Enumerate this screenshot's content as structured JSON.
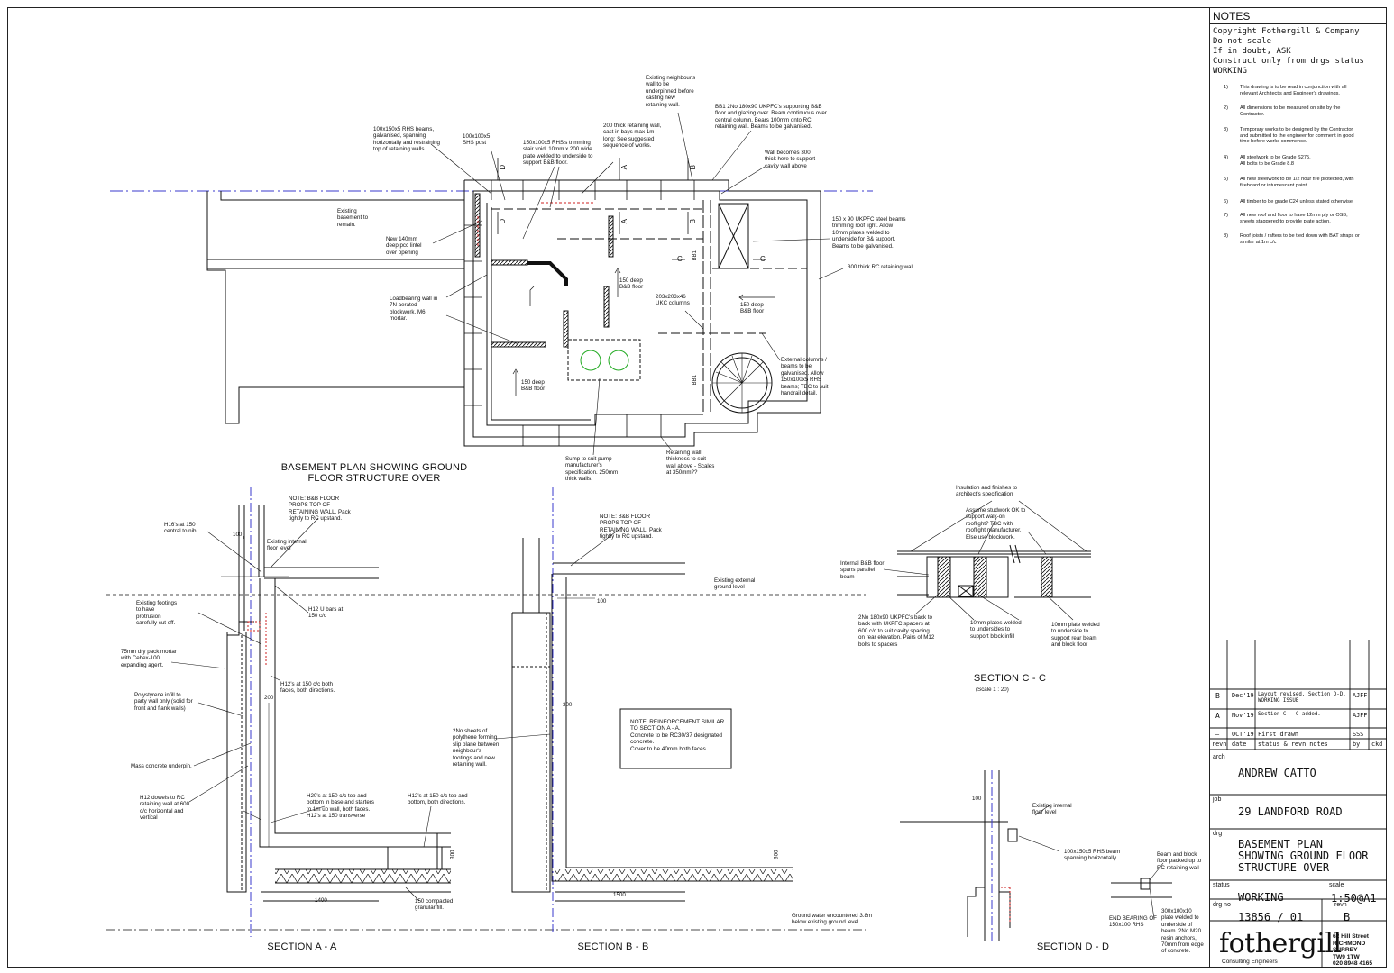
{
  "plan_title": "BASEMENT PLAN SHOWING GROUND\nFLOOR STRUCTURE OVER",
  "section_titles": {
    "aa": "SECTION A - A",
    "bb": "SECTION B - B",
    "cc": "SECTION C - C",
    "cc_scale": "(Scale 1 : 20)",
    "dd": "SECTION D - D"
  },
  "section_markers": {
    "a": "A",
    "b": "B",
    "c": "C",
    "d": "D",
    "bb1": "BB1"
  },
  "plan_notes": {
    "neighbour": "Existing neighbour's\nwall to be\nunderpinned before\ncasting new\nretaining wall.",
    "bb1": "BB1 2No 180x90 UKPFC's supporting B&B\nfloor and glazing over.  Beam continuous over\ncentral column.  Bears 100mm onto RC\nretaining wall.  Beams to be galvanised.",
    "rhs_beams": "100x150x5 RHS beams,\ngalvanised, spanning\nhorizontally and restraining\ntop of retaining walls.",
    "shs_post": "100x100x5\nSHS post",
    "trimming": "150x100x5 RHS's trimming\nstair void.  10mm x 200 wide\nplate welded to underside to\nsupport B&B floor.",
    "retaining200": "200 thick retaining wall,\ncast in bays max 1m\nlong; See suggested\nsequence of works.",
    "wall300": "Wall becomes 300\nthick here to support\ncavity wall above",
    "existing_basement": "Existing\nbasement to\nremain.",
    "lintel": "New 140mm\ndeep pcc lintel\nover opening",
    "ukpfc150": "150 x 90 UKPFC steel beams\ntrimming roof light.  Allow\n10mm plates welded to\nunderside for B& support.\nBeams to be galvanised.",
    "rc300": "300 thick RC retaining wall.",
    "loadbearing": "Loadbearing wall in\n7N aerated\nblockwork, M6\nmortar.",
    "floor150a": "150 deep\nB&B floor",
    "ukc": "203x203x46\nUKC columns",
    "floor150b": "150 deep\nB&B floor",
    "external_cols": "External columns /\nbeams to be\ngalvanised.  Allow\n150x100x5 RHS\nbeams; TBC to suit\nhandrail detail.",
    "floor150c": "150 deep\nB&B floor",
    "sump": "Sump to suit pump\nmanufacturer's\nspecification.  250mm\nthick walls.",
    "retaining_thk": "Retaining wall\nthickness to suit\nwall above - Scales\nat 350mm??"
  },
  "aa_notes": {
    "bb_props": "NOTE: B&B FLOOR\nPROPS TOP OF\nRETAINING WALL.  Pack\ntightly to RC upstand.",
    "h16": "H16's at 150\ncentral to nib",
    "dim100": "100",
    "int_floor": "Existing internal\nfloor level",
    "footings": "Existing footings\nto have\nprotrusion\ncarefully cut off.",
    "u_bars": "H12 U bars at\n150 c/c",
    "drypack": "75mm dry pack mortar\nwith Cebex-100\nexpanding agent.",
    "h12both": "H12's at 150 c/c both\nfaces, both directions.",
    "dim200": "200",
    "polystyrene": "Polystyrene infill to\nparty wall only (solid for\nfront and flank walls)",
    "mass": "Mass concrete underpin.",
    "h12dowels": "H12 dowels to RC\nretaining wall at 600\nc/c horizontal and\nvertical",
    "h20": "H20's at 150 c/c top and\nbottom in base and starters\nto 1m up wall, both faces.\nH12's at 150 transverse",
    "h12top": "H12's at 150 c/c top and\nbottom, both directions.",
    "dim300": "300",
    "dim1400": "1400",
    "granular": "150 compacted\ngranular fill."
  },
  "bb_notes": {
    "bb_props": "NOTE: B&B FLOOR\nPROPS TOP OF\nRETAINING WALL.  Pack\ntightly to RC upstand.",
    "ext_ground": "Existing external\nground level",
    "dim100": "100",
    "dim300a": "300",
    "polythene": "2No sheets of\npolythene forming\nslip plane between\nneighbour's\nfootings and new\nretaining wall.",
    "reinforcement": "NOTE; REINFORCEMENT SIMILAR\nTO SECTION A - A.\nConcrete to be RC30/37 designated\nconcrete.\nCover to be 40mm both faces.",
    "dim300b": "300",
    "dim1500": "1500",
    "ground_water": "Ground water encountered 3.8m\nbelow existing ground level"
  },
  "cc_notes": {
    "insulation": "Insulation and finishes to\narchitect's specification",
    "studwork": "Assume studwork OK to\nsupport walk-on\nrooflight?  TBC with\nrooflight manufacturer.\nElse use blockwork.",
    "internal": "Internal B&B floor\nspans parallel\nbeam",
    "ukpfc": "2No 180x90 UKPFC's back to\nback with UKPFC spacers at\n600 c/c to suit cavity spacing\non rear elevation. Pairs of M12\nbolts to spacers",
    "plates10": "10mm plates welded\nto undersides to\nsupport block infill",
    "plate10": "10mm plate welded\nto underside to\nsupport rear beam\nand block floor"
  },
  "dd_notes": {
    "dim100": "100",
    "int_floor": "Existing internal\nfloor level",
    "rhs_beam": "100x150x5 RHS beam\nspanning horizontally.",
    "beam_block": "Beam and block\nfloor packed up to\nRC retaining wall",
    "end_bearing": "END BEARING OF\n150x100 RHS",
    "plate300": "300x100x10\nplate welded to\nunderside of\nbeam. 2No M20\nresin anchors,\n70mm from edge\nof concrete."
  },
  "title_block": {
    "header": "NOTES",
    "copyright": "Copyright Fothergill & Company\nDo not scale\nIf in doubt, ASK\nConstruct only from drgs status WORKING",
    "notes": [
      {
        "n": "1)",
        "text": "This drawing is to be read in conjunction with all\nrelevant Architect's and Engineer's drawings."
      },
      {
        "n": "2)",
        "text": "All dimensions to be measured on site by the\nContractor."
      },
      {
        "n": "3)",
        "text": "Temporary works to be designed by the Contractor\nand submitted to the engineer for comment in good\ntime before works commence."
      },
      {
        "n": "4)",
        "text": "All steelwork to be Grade S275.\nAll bolts to be Grade 8.8"
      },
      {
        "n": "5)",
        "text": "All new steelwork to be 1/2 hour fire protected, with\nfireboard or intumescent paint."
      },
      {
        "n": "6)",
        "text": "All timber to be grade C24 unless stated otherwise"
      },
      {
        "n": "7)",
        "text": "All new roof and floor to have 12mm ply or OSB,\nsheets staggered to provide plate action."
      },
      {
        "n": "8)",
        "text": "Roof joists / rafters to be tied down with BAT straps or\nsimilar at 1m c/c"
      }
    ],
    "revisions": [
      {
        "rev": "B",
        "date": "Dec'19",
        "notes": "Layout revised. Section D-D.\nWORKING ISSUE",
        "by": "AJFF",
        "ckd": ""
      },
      {
        "rev": "A",
        "date": "Nov'19",
        "notes": "Section C - C added.",
        "by": "AJFF",
        "ckd": ""
      },
      {
        "rev": "—",
        "date": "OCT'19",
        "notes": "First drawn",
        "by": "SSS",
        "ckd": ""
      }
    ],
    "rev_header": {
      "revn": "revn",
      "date": "date",
      "notes": "status & revn notes",
      "by": "by",
      "ckd": "ckd"
    },
    "arch_label": "arch",
    "arch": "ANDREW CATTO",
    "job_label": "job",
    "job": "29 LANDFORD ROAD",
    "drg_label": "drg",
    "drg": "BASEMENT PLAN\nSHOWING GROUND FLOOR\nSTRUCTURE OVER",
    "status_label": "status",
    "status": "WORKING",
    "scale_label": "scale",
    "scale": "1:50@A1",
    "drgno_label": "drg no",
    "drgno": "13856 / 01",
    "revn_label": "revn",
    "revn": "B",
    "company": "fothergill",
    "company_sub": "Consulting Engineers",
    "address": "62 Hill Street\nRICHMOND\nSURREY\nTW9 1TW\n020 8948 4165"
  },
  "colors": {
    "line": "#111111",
    "blue_dash": "#3a3acc",
    "red_dash": "#cc2222",
    "green": "#22aa22"
  }
}
